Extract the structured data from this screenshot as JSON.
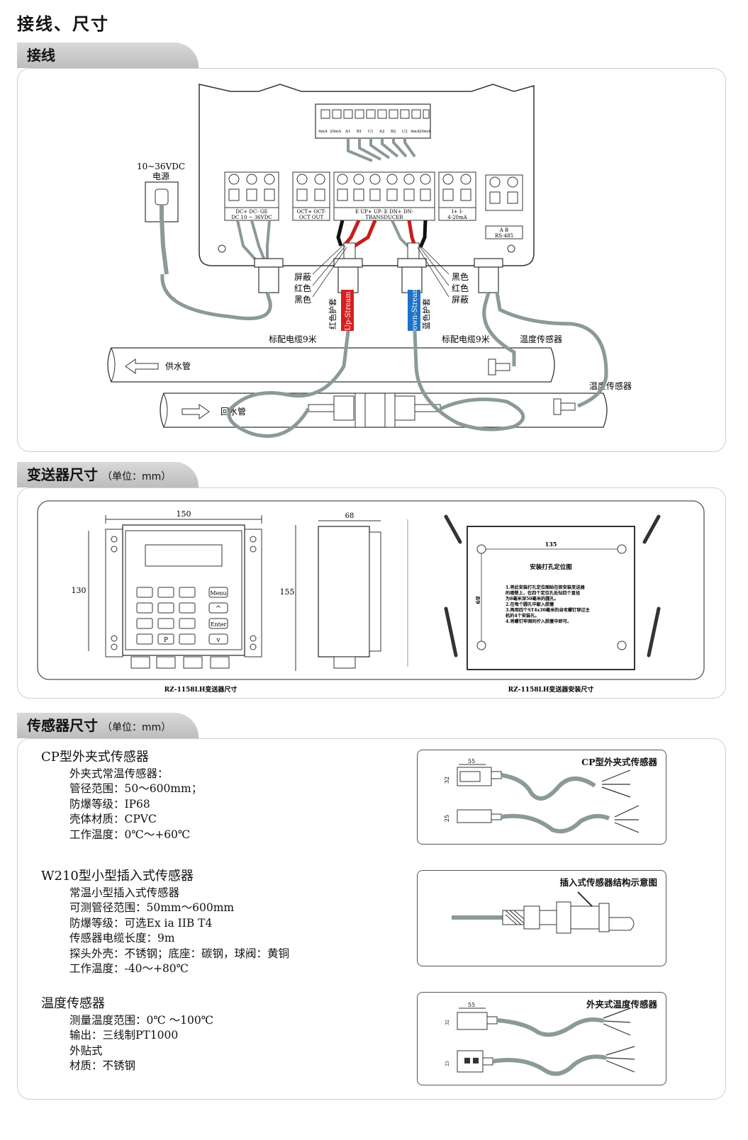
{
  "page": {
    "title": "接线、尺寸"
  },
  "sections": {
    "wiring": {
      "title": "接线"
    },
    "transmitter": {
      "title": "变送器尺寸",
      "unit": "（单位：mm）"
    },
    "sensor": {
      "title": "传感器尺寸",
      "unit": "（单位：mm）"
    }
  },
  "wiring_diagram": {
    "power_label_1": "10~36VDC",
    "power_label_2": "电源",
    "terminal_top": [
      "4mA",
      "20mA",
      "A1",
      "B1",
      "C1",
      "A2",
      "B2",
      "C2",
      "4mA",
      "20mA"
    ],
    "block_dc_1": "DC+ DC-  GE",
    "block_dc_2": "DC 10 ~ 36VDC",
    "block_oct_1": "OCT+ OCT-",
    "block_oct_2": "OCT OUT",
    "block_tr_1": "E  UP+  UP-     E  DN+  DN-",
    "block_tr_2": "TRANSDUCER",
    "block_ma_1": "I+   I-",
    "block_ma_2": "4-20mA",
    "block_rs_1": "A   B",
    "block_rs_2": "RS-485",
    "left_wires": [
      "屏蔽",
      "红色",
      "黑色"
    ],
    "right_wires": [
      "黑色",
      "红色",
      "屏蔽"
    ],
    "red_sleeve": "红色护套",
    "up_stream": "Up-Stream",
    "down_stream": "Down-Stream",
    "blue_sleeve": "蓝色护套",
    "cable_left": "标配电缆9米",
    "cable_right": "标配电缆9米",
    "temp_sensor_1": "温度传感器",
    "temp_sensor_2": "温度传感器",
    "supply_pipe": "供水管",
    "return_pipe": "回水管"
  },
  "transmitter_diagram": {
    "width_front": "150",
    "height_inner": "130",
    "height_outer": "155",
    "depth": "68",
    "keys": [
      "Menu",
      "Enter",
      "P"
    ],
    "caption_left": "RZ-1158LH变送器尺寸",
    "caption_right": "RZ-1158LH变送器安装尺寸",
    "mount_width": "135",
    "mount_height": "89",
    "mount_title": "安装打孔定位图",
    "mount_notes": [
      "1.将此安装打孔定位图贴在欲安装变送器",
      "的墙壁上，在四个定位孔处钻四个直径",
      "为8毫米深50毫米的圆孔。",
      "2.在每个圆孔中敲入胶塞",
      "3.再用四个ST4x30毫米的自攻螺钉穿过主",
      "机的4个安装孔。",
      "4.将螺钉牢固的拧入胶塞中即可。"
    ]
  },
  "sensors": [
    {
      "title": "CP型外夹式传感器",
      "lines": [
        "外夹式常温传感器：",
        "管径范围：50～600mm；",
        "防爆等级：IP68",
        "壳体材质：CPVC",
        "工作温度：0℃～+60℃"
      ],
      "diagram_caption": "CP型外夹式传感器",
      "dims": [
        "55",
        "32",
        "25"
      ]
    },
    {
      "title": "W210型小型插入式传感器",
      "lines": [
        "常温小型插入式传感器",
        "可测管径范围：50mm～600mm",
        "防爆等级：可选Ex ia IIB T4",
        "传感器电缆长度：9m",
        "探头外壳：不锈钢；底座：碳钢，球阀：黄铜",
        "工作温度：-40～+80℃"
      ],
      "diagram_caption": "插入式传感器结构示意图",
      "dims": []
    },
    {
      "title": "温度传感器",
      "lines": [
        "测量温度范围：0℃ ～100℃",
        "输出：三线制PT1000",
        "外贴式",
        "材质：不锈钢"
      ],
      "diagram_caption": "外夹式温度传感器",
      "dims": [
        "55",
        "32",
        "25"
      ]
    }
  ]
}
